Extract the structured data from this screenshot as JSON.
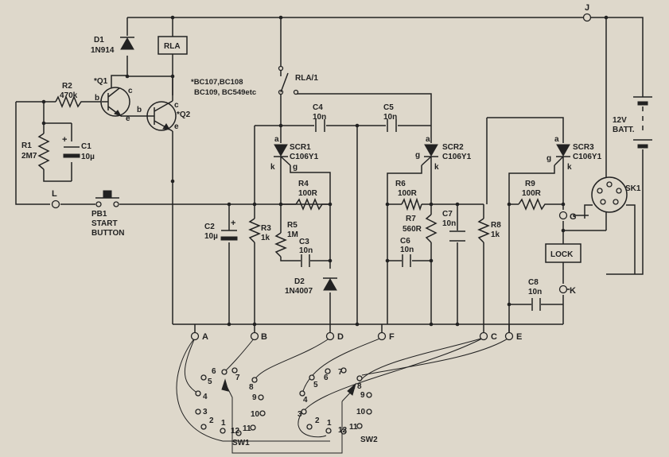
{
  "components": {
    "d1": {
      "ref": "D1",
      "value": "1N914"
    },
    "rla": {
      "ref": "RLA"
    },
    "q1": {
      "ref": "*Q1"
    },
    "q2": {
      "ref": "*Q2"
    },
    "r2": {
      "ref": "R2",
      "value": "470k"
    },
    "r1": {
      "ref": "R1",
      "value": "2M7"
    },
    "c1": {
      "ref": "C1",
      "value": "10µ"
    },
    "transistor_note": {
      "line1": "*BC107,BC108",
      "line2": "BC109, BC549etc"
    },
    "pb1": {
      "ref": "PB1",
      "line1": "START",
      "line2": "BUTTON"
    },
    "c2": {
      "ref": "C2",
      "value": "10µ"
    },
    "r3": {
      "ref": "R3",
      "value": "1k"
    },
    "rla1": {
      "ref": "RLA/1"
    },
    "c4": {
      "ref": "C4",
      "value": "10n"
    },
    "c5": {
      "ref": "C5",
      "value": "10n"
    },
    "scr1": {
      "ref": "SCR1",
      "value": "C106Y1"
    },
    "scr2": {
      "ref": "SCR2",
      "value": "C106Y1"
    },
    "scr3": {
      "ref": "SCR3",
      "value": "C106Y1"
    },
    "r4": {
      "ref": "R4",
      "value": "100R"
    },
    "r5": {
      "ref": "R5",
      "value": "1M"
    },
    "c3": {
      "ref": "C3",
      "value": "10n"
    },
    "d2": {
      "ref": "D2",
      "value": "1N4007"
    },
    "r6": {
      "ref": "R6",
      "value": "100R"
    },
    "r7": {
      "ref": "R7",
      "value": "560R"
    },
    "c6": {
      "ref": "C6",
      "value": "10n"
    },
    "c7": {
      "ref": "C7",
      "value": "10n"
    },
    "r8": {
      "ref": "R8",
      "value": "1k"
    },
    "r9": {
      "ref": "R9",
      "value": "100R"
    },
    "c8": {
      "ref": "C8",
      "value": "10n"
    },
    "lock": {
      "ref": "LOCK"
    },
    "sk1": {
      "ref": "SK1"
    },
    "battery": {
      "line1": "12V",
      "line2": "BATT."
    },
    "sw1": {
      "ref": "SW1"
    },
    "sw2": {
      "ref": "SW2"
    }
  },
  "pin_labels": {
    "b": "b",
    "c": "c",
    "e": "e",
    "a": "a",
    "k": "k",
    "g": "g",
    "plus": "+"
  },
  "terminals": {
    "J": "J",
    "L": "L",
    "G": "G",
    "K": "K",
    "A": "A",
    "B": "B",
    "D": "D",
    "F": "F",
    "C": "C",
    "E": "E"
  },
  "switch_positions": [
    "1",
    "2",
    "3",
    "4",
    "5",
    "6",
    "7",
    "8",
    "9",
    "10",
    "11",
    "12"
  ]
}
